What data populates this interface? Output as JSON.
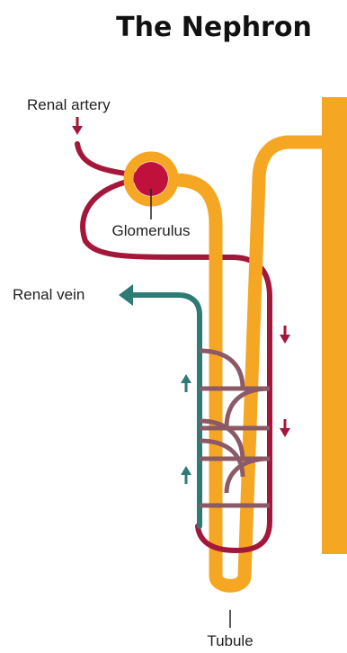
{
  "title": "The Nephron",
  "labels": {
    "renal_artery": "Renal artery",
    "glomerulus": "Glomerulus",
    "renal_vein": "Renal vein",
    "tubule": "Tubule"
  },
  "colors": {
    "tubule": "#f5a623",
    "artery": "#a3183a",
    "vein": "#2e7a74",
    "capillary": "#8c5a66",
    "glomerulus": "#c0113d",
    "text": "#222222",
    "title": "#111111"
  }
}
